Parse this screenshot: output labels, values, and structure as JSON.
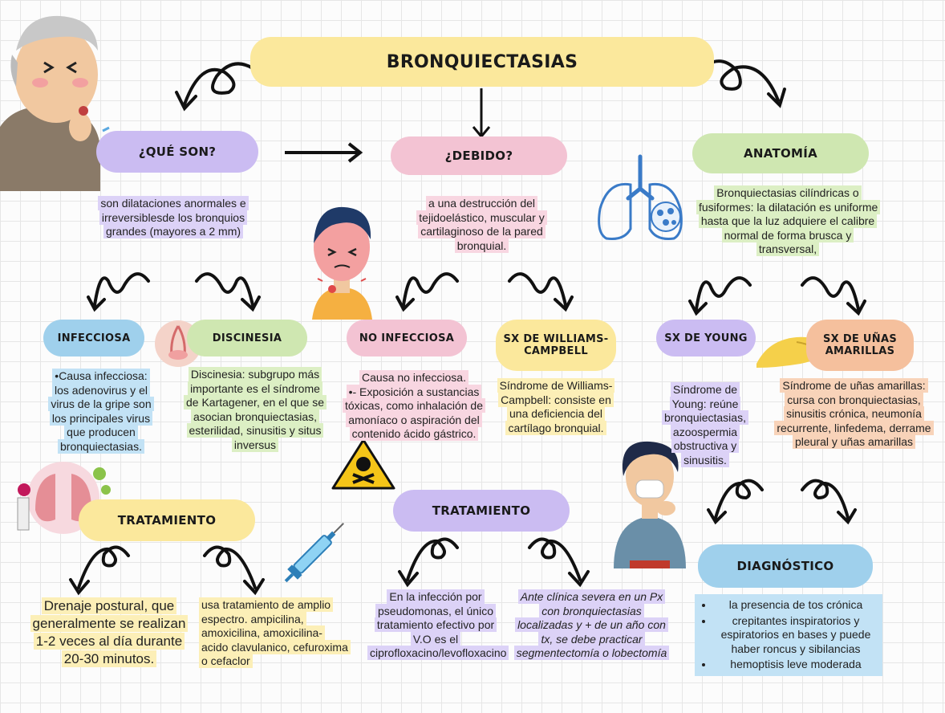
{
  "title": "BRONQUIECTASIAS",
  "que_son": {
    "heading": "¿QUÉ SON?",
    "text": "son dilataciones anormales e irreversiblesde los bronquios grandes (mayores a 2 mm)"
  },
  "debido": {
    "heading": "¿DEBIDO?",
    "text": "a una destrucción del tejidoelástico, muscular y cartilaginoso de la pared bronquial."
  },
  "anatomia": {
    "heading": "ANATOMÍA",
    "text": "Bronquiectasias cilíndricas o fusiformes: la dilatación es uniforme hasta que la luz adquiere el calibre normal de forma brusca y transversal,"
  },
  "infecciosa": {
    "heading": "INFECCIOSA",
    "text": "•Causa infecciosa: los adenovirus y el virus de la gripe son los principales virus que producen bronquiectasias."
  },
  "discinesia": {
    "heading": "DISCINESIA",
    "text": "Discinesia: subgrupo más importante es el síndrome de Kartagener, en el que se asocian bronquiectasias, esterilidad, sinusitis y situs inversus"
  },
  "no_infecciosa": {
    "heading": "NO INFECCIOSA",
    "line1": "Causa no infecciosa.",
    "line2": "•- Exposición a sustancias tóxicas, como inhalación de amoníaco o aspiración del contenido ácido gástrico."
  },
  "williams": {
    "heading": "SX DE WILLIAMS-CAMPBELL",
    "text": "Síndrome de Williams-Campbell: consiste en una deficiencia del cartílago bronquial."
  },
  "young": {
    "heading": "SX DE YOUNG",
    "text": "Síndrome de Young: reúne bronquiectasias, azoospermia obstructiva y sinusitis."
  },
  "unas": {
    "heading": "SX DE UÑAS AMARILLAS",
    "text": "Síndrome de uñas amarillas: cursa con bronquiectasias, sinusitis crónica, neumonía recurrente, linfedema, derrame pleural y uñas amarillas"
  },
  "tratamiento_1": {
    "heading": "TRATAMIENTO",
    "drenaje": "Drenaje postural, que generalmente se realizan 1-2 veces al día durante 20-30 minutos.",
    "antibioticos": "usa tratamiento de amplio espectro. ampicilina, amoxicilina, amoxicilina-acido clavulanico, cefuroxima o cefaclor"
  },
  "tratamiento_2": {
    "heading": "TRATAMIENTO",
    "infeccion": "En la infección por pseudomonas, el único tratamiento efectivo por V.O es el ciprofloxacino/levofloxacino",
    "cirugia": "Ante clínica severa en un Px con bronquiectasias localizadas y + de un año con tx, se debe practicar segmentectomía o lobectomía"
  },
  "diagnostico": {
    "heading": "DIAGNÓSTICO",
    "items": [
      "la presencia de tos crónica",
      "crepitantes inspiratorios y espiratorios en bases y puede haber roncus y sibilancias",
      "hemoptisis leve moderada"
    ]
  },
  "colors": {
    "yellow": "#fbe89c",
    "purple": "#cbbcf2",
    "pink": "#f3c3d3",
    "green": "#cfe7b1",
    "blue": "#9fd0ec",
    "orange": "#f5c09d"
  }
}
